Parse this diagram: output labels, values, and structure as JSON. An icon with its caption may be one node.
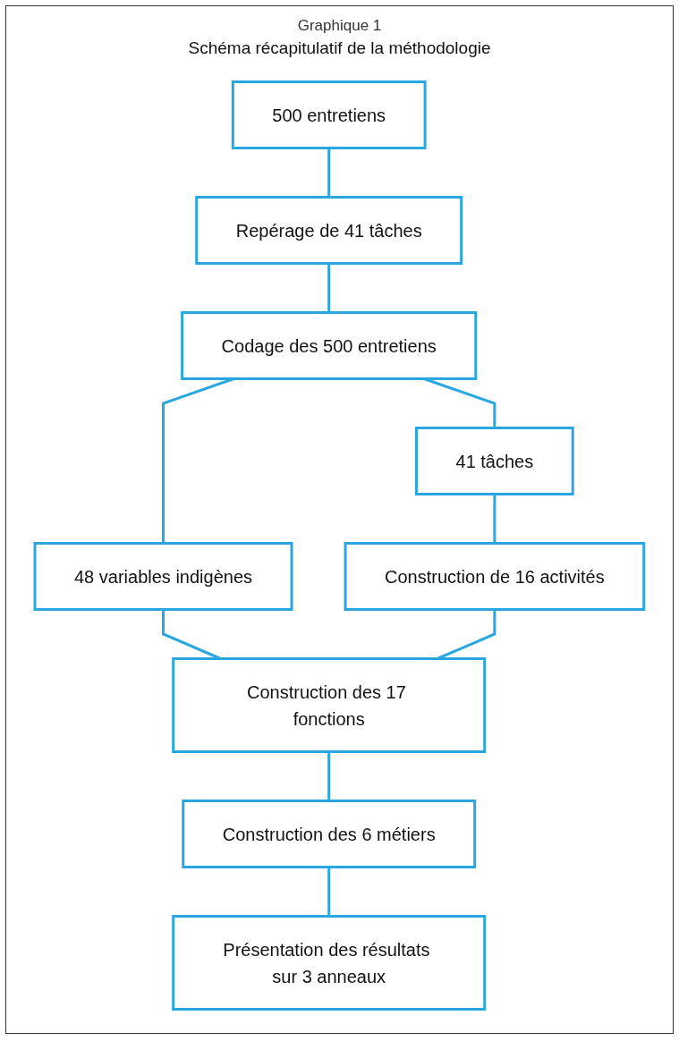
{
  "diagram": {
    "title": "Graphique 1",
    "nodes": [
      {
        "text": [
          "500 entretiens"
        ]
      },
      {
        "text": [
          "Repérage de 41 tâches"
        ]
      },
      {
        "text": [
          "Codage des 500 entretiens"
        ]
      },
      {
        "text": [
          "48 variables indigènes"
        ]
      },
      {
        "text": [
          "41 tâches"
        ]
      },
      {
        "text": [
          "Construction de 16 activités"
        ]
      },
      {
        "text": [
          "Construction des 17 fonctions"
        ]
      },
      {
        "text": [
          "Construction des 6 métiers"
        ]
      },
      {
        "text": [
          "Présentation des résultats sur 3 anneaux"
        ]
      }
    ],
    "edges": [
      {
        "from": 0,
        "to": 1,
        "arrow": "none"
      },
      {
        "from": 1,
        "to": 2,
        "arrow": "none"
      },
      {
        "from": 2,
        "to": 3,
        "arrow": "none"
      },
      {
        "from": 2,
        "to": 4,
        "arrow": "none"
      },
      {
        "from": 4,
        "to": 5,
        "arrow": "none"
      },
      {
        "from": 3,
        "to": 6,
        "arrow": "none"
      },
      {
        "from": 5,
        "to": 6,
        "arrow": "none"
      },
      {
        "from": 6,
        "to": 7,
        "arrow": "none"
      },
      {
        "from": 7,
        "to": 8,
        "arrow": "none"
      }
    ],
    "labels": [
      "Schéma récapitulatif de la méthodologie"
    ]
  }
}
